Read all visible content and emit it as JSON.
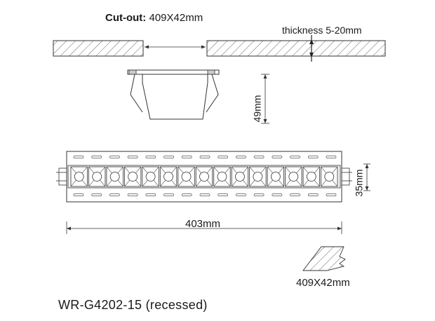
{
  "cutout": {
    "title": "Cut-out:",
    "size": "409X42mm"
  },
  "thickness": {
    "label": "thickness 5-20mm"
  },
  "dimensions": {
    "fixture_height": "49mm",
    "fixture_width": "403mm",
    "fixture_depth": "35mm"
  },
  "cutout_icon_label": "409X42mm",
  "model": "WR-G4202-15  (recessed)",
  "fixture": {
    "led_count": 15,
    "slot_count": 15
  },
  "colors": {
    "line": "#333333",
    "hatch": "#555555",
    "accent": "#8a6a4a"
  }
}
